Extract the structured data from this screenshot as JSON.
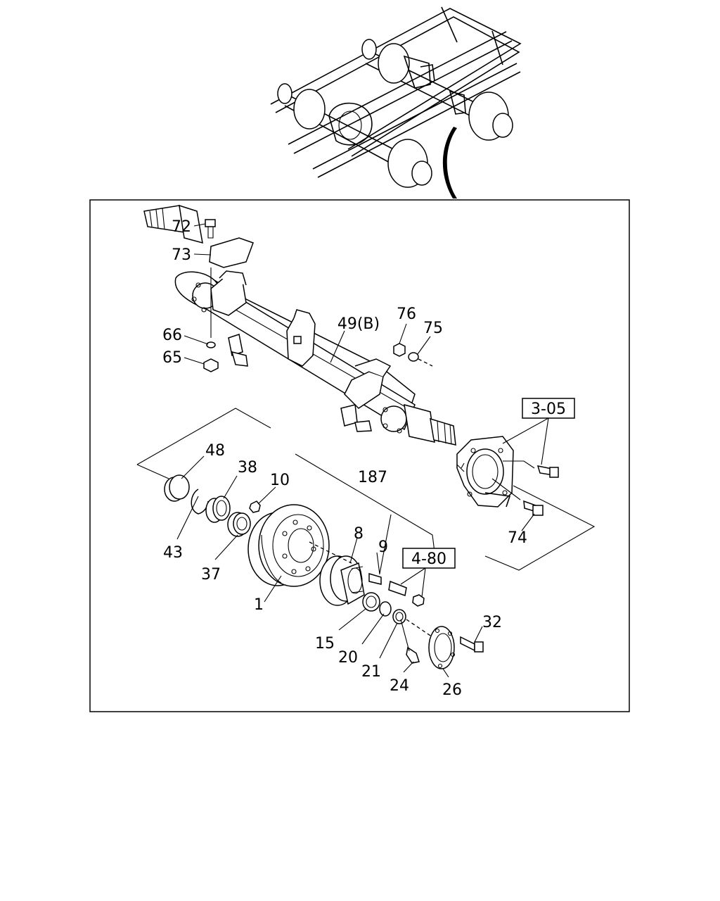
{
  "diagram": {
    "callouts": [
      "72",
      "73",
      "66",
      "65",
      "49(B)",
      "76",
      "75",
      "48",
      "38",
      "10",
      "187",
      "43",
      "37",
      "1",
      "8",
      "9",
      "15",
      "20",
      "21",
      "24",
      "26",
      "32",
      "74"
    ],
    "references": [
      "3-05",
      "4-80"
    ]
  }
}
